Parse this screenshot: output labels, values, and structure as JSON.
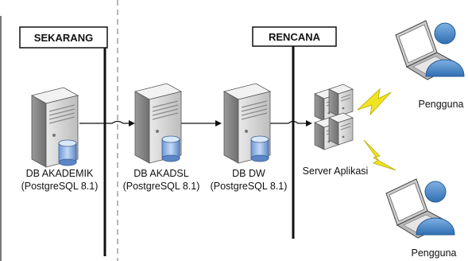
{
  "sections": {
    "sekarang": "SEKARANG",
    "rencana": "RENCANA"
  },
  "nodes": {
    "akademik": {
      "name": "DB AKADEMIK",
      "platform": "(PostgreSQL 8.1)"
    },
    "akadsl": {
      "name": "DB AKADSL",
      "platform": "(PostgreSQL 8.1)"
    },
    "dw": {
      "name": "DB DW",
      "platform": "(PostgreSQL 8.1)"
    },
    "app_server": {
      "name": "Server Aplikasi"
    },
    "user_top": {
      "name": "Pengguna"
    },
    "user_bottom": {
      "name": "Pengguna"
    }
  },
  "colors": {
    "server_body": "#d4d4d4",
    "db_cylinder": "#8fb4e6",
    "user_figure": "#3f83c7",
    "lightning": "#f0e41e"
  },
  "icons": [
    "database-server-icon",
    "application-server-icon",
    "user-computer-icon",
    "wireless-link-icon"
  ]
}
